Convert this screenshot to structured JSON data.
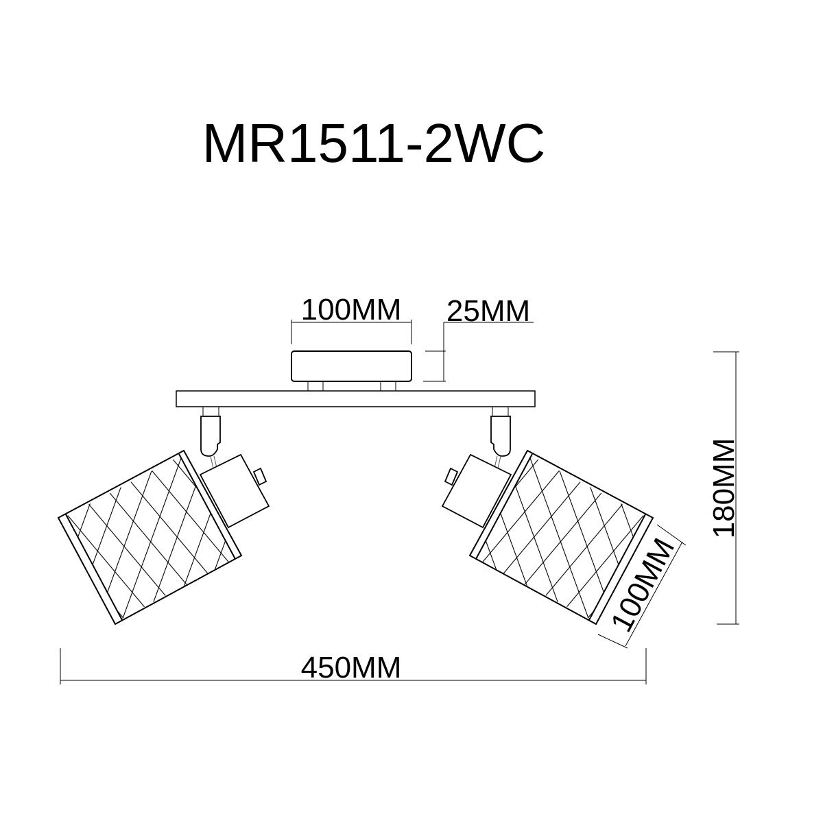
{
  "title": "MR1511-2WC",
  "dimensions": {
    "base_width": "100MM",
    "base_height": "25MM",
    "total_height": "180MM",
    "shade_diameter": "100MM",
    "total_width": "450MM"
  }
}
